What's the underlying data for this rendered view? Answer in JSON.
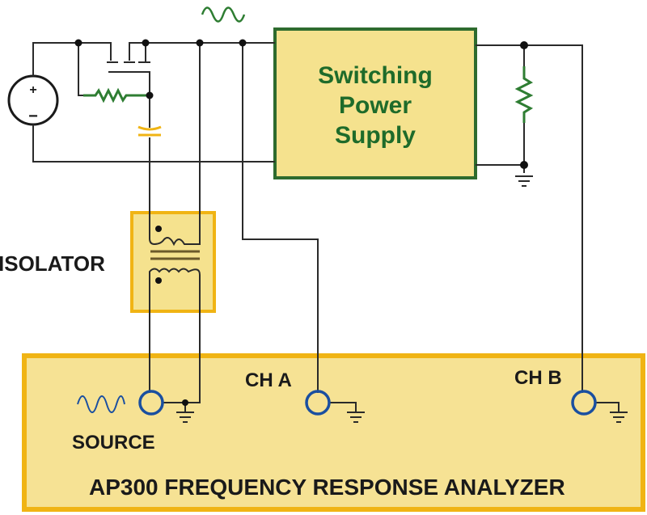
{
  "diagram": {
    "title": "Frequency response measurement setup",
    "power_supply_block": {
      "lines": [
        "Switching",
        "Power",
        "Supply"
      ]
    },
    "isolator": {
      "label": "ISOLATOR"
    },
    "analyzer": {
      "title": "AP300 FREQUENCY RESPONSE ANALYZER",
      "ports": [
        {
          "id": "source",
          "label": "SOURCE"
        },
        {
          "id": "ch_a",
          "label": "CH A"
        },
        {
          "id": "ch_b",
          "label": "CH B"
        }
      ]
    },
    "source": {
      "plus": "+",
      "minus": "−"
    },
    "colors": {
      "wire": "#2a2a2a",
      "psu_fill": "#f5e28e",
      "psu_border": "#2e6b2e",
      "psu_text": "#1e6b2a",
      "analyzer_fill": "#f6e294",
      "analyzer_border": "#f0b414",
      "resistor": "#2e7d32",
      "capacitor": "#f0b414",
      "port": "#1a4fa0",
      "injected_wave": "#2e7d32",
      "source_wave": "#1a4fa0"
    }
  }
}
